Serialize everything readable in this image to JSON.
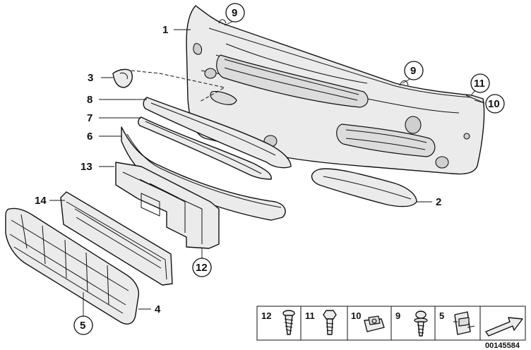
{
  "callouts": {
    "c1": "1",
    "c2": "2",
    "c3": "3",
    "c4": "4",
    "c5": "5",
    "c6": "6",
    "c7": "7",
    "c8": "8",
    "c9a": "9",
    "c9b": "9",
    "c10": "10",
    "c11": "11",
    "c12": "12",
    "c13": "13",
    "c14": "14"
  },
  "fastener_key": {
    "items": [
      {
        "number": "12",
        "icon": "screw-icon"
      },
      {
        "number": "11",
        "icon": "hex-bolt-icon"
      },
      {
        "number": "10",
        "icon": "clip-nut-icon"
      },
      {
        "number": "9",
        "icon": "washer-screw-icon"
      },
      {
        "number": "5",
        "icon": "clamp-clip-icon"
      }
    ],
    "arrow_icon": "pointer-arrow-icon"
  },
  "reference_number": "00145584"
}
